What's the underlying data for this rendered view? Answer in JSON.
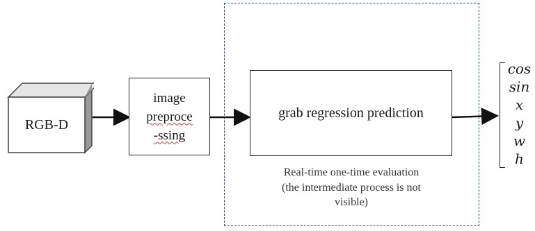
{
  "input": {
    "label": "RGB-D"
  },
  "preprocess": {
    "lines": [
      "image",
      "preproce",
      "-ssing"
    ]
  },
  "regression": {
    "label": "grab regression prediction"
  },
  "evaluation_note": [
    "Real-time one-time evaluation",
    "(the intermediate process is not",
    "visible)"
  ],
  "outputs": [
    "cos",
    "sin",
    "x",
    "y",
    "w",
    "h"
  ]
}
